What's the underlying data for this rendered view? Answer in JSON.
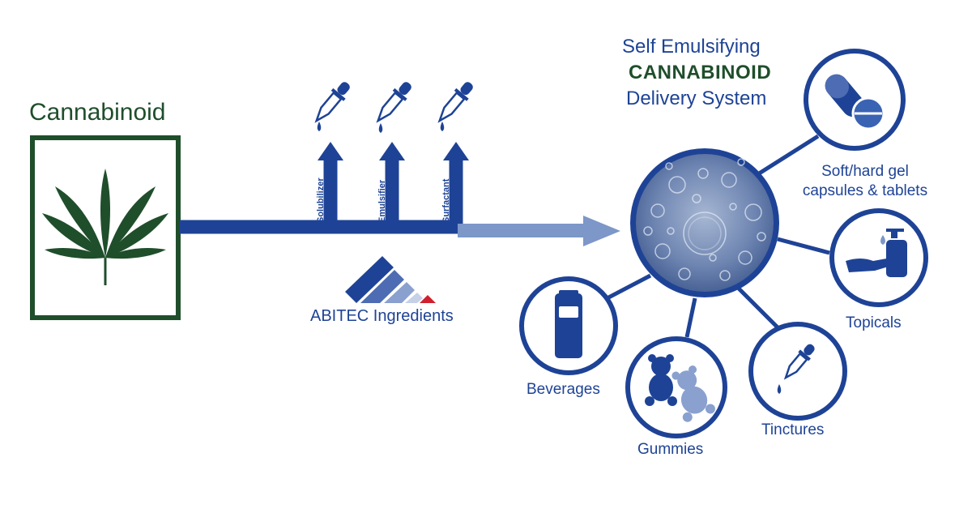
{
  "input": {
    "title": "Cannabinoid"
  },
  "process": {
    "components": [
      "Solubilizer",
      "Emulsifier",
      "Surfactant"
    ],
    "brand": "ABITEC Ingredients"
  },
  "output": {
    "title_line1": "Self Emulsifying",
    "title_line2": "CANNABINOID",
    "title_line3": "Delivery System"
  },
  "applications": {
    "capsules_line1": "Soft/hard gel",
    "capsules_line2": "capsules & tablets",
    "topicals": "Topicals",
    "tinctures": "Tinctures",
    "gummies": "Gummies",
    "beverages": "Beverages"
  },
  "colors": {
    "brand_blue": "#1e4396",
    "light_blue": "#7c97c8",
    "cannabis_green": "#1f4e2b",
    "accent_red": "#d0202e"
  }
}
